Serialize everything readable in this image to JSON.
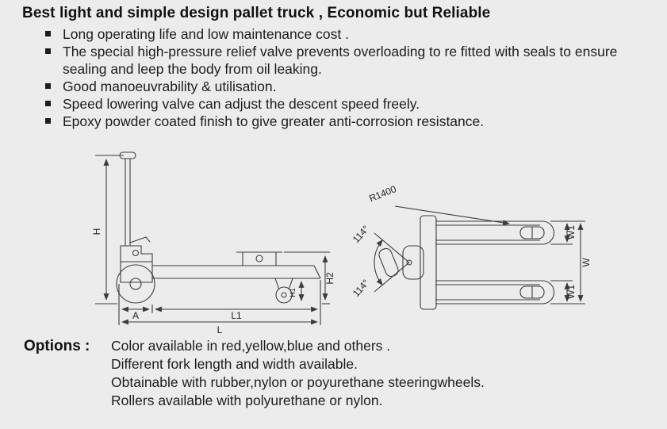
{
  "colors": {
    "background": "#ececec",
    "text": "#1c1c1c",
    "drawing_line": "#3c3c3c"
  },
  "icons": {
    "feature_bullet": "filled-square-bullet-icon"
  },
  "title": "Best light and simple design pallet truck , Economic but Reliable",
  "features": [
    "Long operating life and low maintenance cost .",
    "The special high-pressure relief valve prevents overloading to re fitted with seals to ensure sealing and leep the body from oil leaking.",
    "Good manoeuvrability & utilisation.",
    "Speed lowering valve can adjust the descent speed freely.",
    "Epoxy powder coated finish to give greater anti-corrosion resistance."
  ],
  "diagram": {
    "side_view": {
      "h": "H",
      "h1": "H1",
      "h2": "H2",
      "a": "A",
      "l1": "L1",
      "l": "L"
    },
    "top_view": {
      "radius": "R1400",
      "angle_upper": "114°",
      "angle_lower": "114°",
      "w1_upper": "W1",
      "w": "W",
      "w1_lower": "W1"
    }
  },
  "options": {
    "label": "Options :",
    "items": [
      "Color available in red,yellow,blue and others .",
      "Different fork length and width available.",
      "Obtainable with rubber,nylon or poyurethane steeringwheels.",
      "Rollers available with polyurethane or nylon."
    ]
  }
}
